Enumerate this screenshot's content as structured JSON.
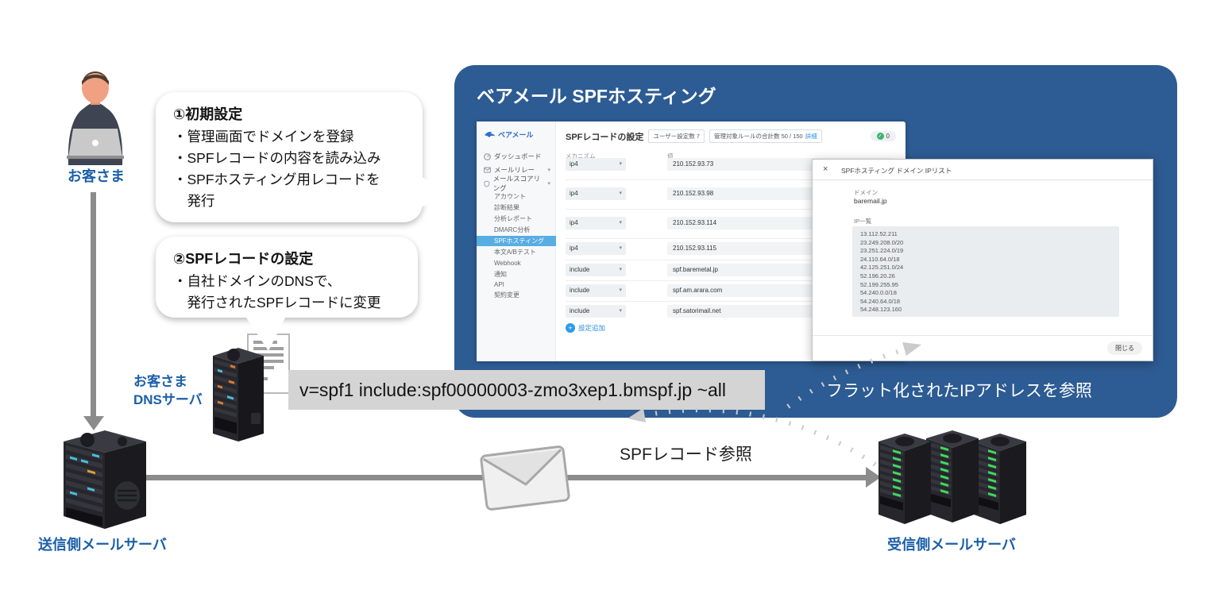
{
  "icons": {
    "close": "×",
    "caret_down": "▾",
    "plus": "+",
    "check": "✓"
  },
  "diagram": {
    "customer_label": "お客さま",
    "dns_label_lines": [
      "お客さま",
      "DNSサーバ"
    ],
    "sender_label": "送信側メールサーバ",
    "receiver_label": "受信側メールサーバ",
    "spf_record": "v=spf1 include:spf00000003-zmo3xep1.bmspf.jp ~all",
    "spf_ref_label": "SPFレコード参照",
    "flat_ip_label": "フラット化されたIPアドレスを参照",
    "bubble1": {
      "title": "①初期設定",
      "lines": [
        "・管理画面でドメインを登録",
        "・SPFレコードの内容を読み込み",
        "・SPFホスティング用レコードを",
        "　発行"
      ]
    },
    "bubble2": {
      "title": "②SPFレコードの設定",
      "lines": [
        "・自社ドメインのDNSで、",
        "　発行されたSPFレコードに変更"
      ]
    }
  },
  "panel": {
    "title": "ベアメール SPFホスティング",
    "accent_color": "#2d5b93"
  },
  "admin": {
    "logo_text": "ベアメール",
    "sidebar": [
      {
        "label": "ダッシュボード"
      },
      {
        "label": "メールリレー"
      },
      {
        "label": "メールスコアリング"
      }
    ],
    "sidebar_sub": [
      "アカウント",
      "診断結果",
      "分析レポート",
      "DMARC分析",
      "SPFホスティング",
      "本文A/Bテスト",
      "Webhook",
      "通知",
      "API",
      "契約変更"
    ],
    "page_title": "SPFレコードの設定",
    "badge1": "ユーザー設定数 7",
    "badge2": "管理対象ルールの合計数 50 / 150",
    "badge2_link": "詳細",
    "status_count": "0",
    "col_mechanism": "メカニズム",
    "col_value": "値",
    "rows": [
      {
        "mechanism": "ip4",
        "value": "210.152.93.73"
      },
      {
        "mechanism": "ip4",
        "value": "210.152.93.98"
      },
      {
        "mechanism": "ip4",
        "value": "210.152.93.114"
      },
      {
        "mechanism": "ip4",
        "value": "210.152.93.115"
      },
      {
        "mechanism": "include",
        "value": "spf.baremetal.jp"
      },
      {
        "mechanism": "include",
        "value": "spf.am.arara.com"
      },
      {
        "mechanism": "include",
        "value": "spf.satorimail.net"
      }
    ],
    "add_button": "設定追加"
  },
  "modal": {
    "title": "SPFホスティング ドメイン IPリスト",
    "domain_label": "ドメイン",
    "domain_value": "baremail.jp",
    "ip_list_label": "IP一覧",
    "ip_list": [
      "13.112.52.211",
      "23.249.208.0/20",
      "23.251.224.0/19",
      "24.110.64.0/18",
      "42.125.251.0/24",
      "52.196.20.26",
      "52.199.255.95",
      "54.240.0.0/18",
      "54.240.64.0/18",
      "54.248.123.160"
    ],
    "close_button": "閉じる"
  }
}
